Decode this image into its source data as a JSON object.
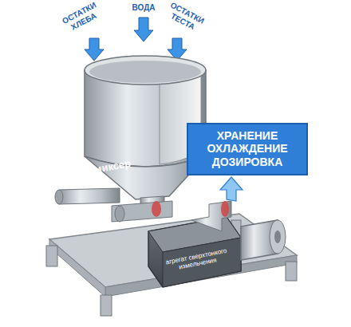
{
  "diagram": {
    "nodes": [
      {
        "text": [
          "ХРАНЕНИЕ ОХЛАЖДЕНИЕ ДОЗИРОВКА"
        ]
      }
    ],
    "labels": [
      "ОСТАТКИ ХЛЕБА",
      "ВОДА",
      "ОСТАТКИ ТЕСТА",
      "миксер",
      "агрегат сверхтонкого измельчения"
    ]
  }
}
